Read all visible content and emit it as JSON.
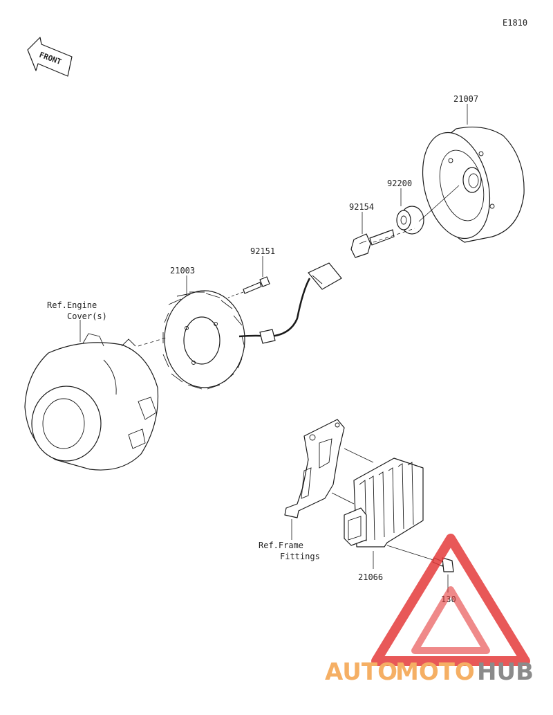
{
  "diagram_code": "E1810",
  "front_label": "FRONT",
  "parts": {
    "flywheel": "21007",
    "spacer": "92200",
    "flywheel_bolt": "92154",
    "stator_bolt": "92151",
    "stator": "21003",
    "regulator": "21066",
    "regulator_bolt": "130"
  },
  "refs": {
    "engine_cover_line1": "Ref.Engine",
    "engine_cover_line2": "Cover(s)",
    "frame_line1": "Ref.Frame",
    "frame_line2": "Fittings"
  },
  "watermark": {
    "part1": "AUTO",
    "part2": "MOTO",
    "part3": "HUB",
    "color_orange": "#f4a24a",
    "color_gray": "#777777",
    "color_red": "#e53b3b"
  }
}
